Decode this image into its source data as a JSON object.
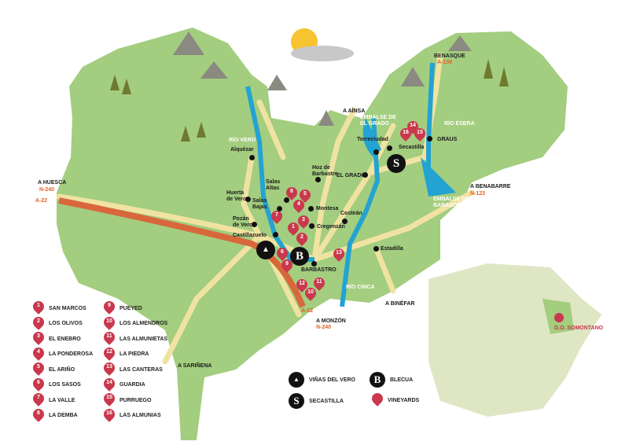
{
  "routes": {
    "huesca": "A HUESCA",
    "huesca_n": "N-240",
    "huesca_a": "A-22",
    "ainsa": "A AÍNSA",
    "benasque": "BENASQUE",
    "benasque_a": "A-139",
    "benabarre": "A BENABARRE",
    "benabarre_n": "N-123",
    "binefar": "A BINÉFAR",
    "monzon": "A MONZÓN",
    "monzon_n": "N-240",
    "monzon_a": "A-22",
    "sarinena": "A SARIÑENA"
  },
  "water": {
    "rio_vero": "RÍO VERO",
    "embalse_grado": "EMBALSE DE EL GRADO",
    "rio_esera": "RÍO ÉSERA",
    "embalse_barasona": "EMBALSE DE BARASONA",
    "rio_cinca": "RÍO CINCA"
  },
  "towns": [
    "Alquézar",
    "Huerta de Vero",
    "Pozán de Vero",
    "Castillazuelo",
    "Salas Altas",
    "Salas Bajas",
    "Montesa",
    "Cregenzán",
    "Hoz de Barbastre",
    "EL GRADO",
    "Costeán",
    "Estadilla",
    "BARBASTRO",
    "Torreciudad",
    "Secastilla",
    "GRAUS"
  ],
  "vineyards": [
    "SAN MARCOS",
    "LOS OLIVOS",
    "EL ENEBRO",
    "LA PONDEROSA",
    "EL ARIÑO",
    "LOS SASOS",
    "LA VALLE",
    "LA DEMBA",
    "PUEYED",
    "LOS ALMENDROS",
    "LAS ALMUNIETAS",
    "LA PIEDRA",
    "LAS CANTERAS",
    "GUARDIA",
    "PURRUEGO",
    "LAS ALMUNIAS"
  ],
  "pin_numbers": [
    "1",
    "2",
    "3",
    "4",
    "5",
    "6",
    "7",
    "8",
    "9",
    "10",
    "11",
    "12",
    "13",
    "14",
    "15",
    "16"
  ],
  "legend": {
    "vinas": "VIÑAS DEL VERO",
    "blecua": "BLECUA",
    "blecua_mark": "B",
    "secastilla": "SECASTILLA",
    "secastilla_mark": "S",
    "vineyards": "VINEYARDS"
  },
  "inset": {
    "label": "D.O. SOMONTANO"
  },
  "colors": {
    "land": "#a3cd7f",
    "road": "#f0e3a2",
    "river": "#23a3d2",
    "highway": "#d8673c",
    "pin": "#c9384d"
  }
}
